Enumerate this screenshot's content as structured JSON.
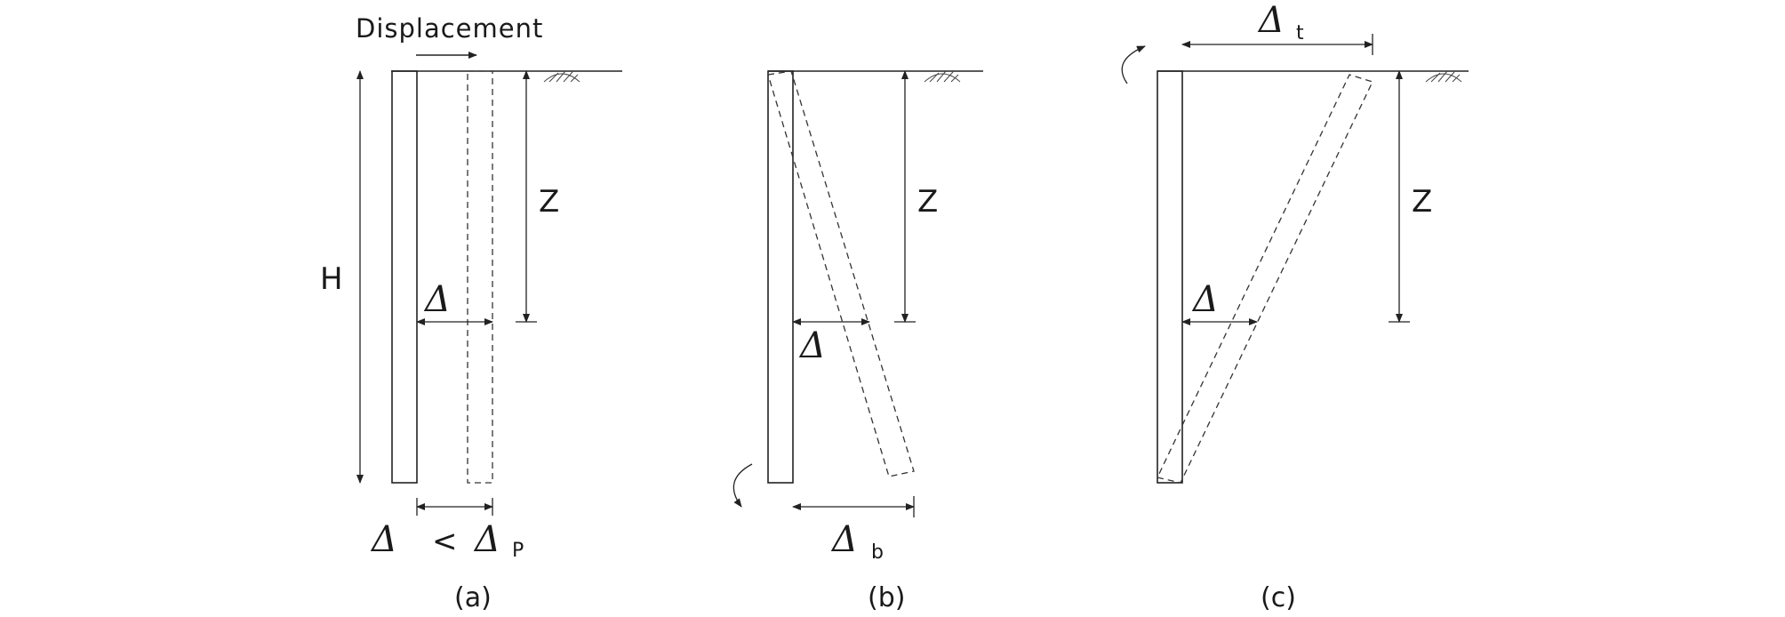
{
  "labels": {
    "displacement": "Displacement",
    "H": "H",
    "z": "Z",
    "delta": "Δ",
    "less_than": "<",
    "delta_p_sub": "P",
    "delta_b_sub": "b",
    "delta_t_sub": "t"
  },
  "captions": {
    "a": "(a)",
    "b": "(b)",
    "c": "(c)"
  }
}
